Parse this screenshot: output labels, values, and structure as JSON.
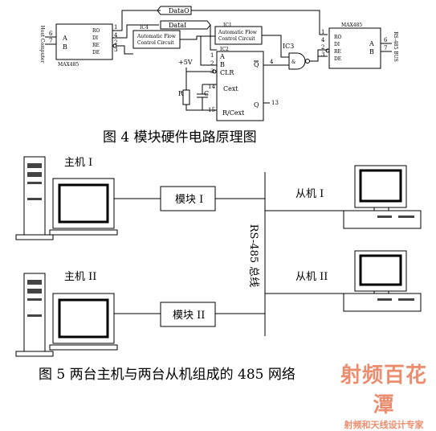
{
  "fig4": {
    "caption": "图 4  模块硬件电路原理图",
    "host_label": "Host Computer",
    "bus_label": "RS-485 BUS",
    "max485_left": {
      "name": "MAX485",
      "pins": [
        "RO",
        "DI",
        "RE",
        "DE",
        "A",
        "B"
      ]
    },
    "max485_right": {
      "name": "MAX485",
      "pins": [
        "RO",
        "DI",
        "RE",
        "DE",
        "A",
        "B"
      ]
    },
    "ic4": {
      "name": "IC4",
      "text1": "Automatic Flow",
      "text2": "Control Circuit"
    },
    "ic1": {
      "name": "IC1",
      "text1": "Automatic Flow",
      "text2": "Control Circuit"
    },
    "ic2": {
      "name": "IC2",
      "pins": [
        "A",
        "B",
        "CLR",
        "Cext",
        "R/Cext",
        "Q",
        "Q"
      ]
    },
    "ic3": {
      "name": "IC3"
    },
    "signals": {
      "data_o": "DataO",
      "data_i": "DataI"
    },
    "supply": "+5V",
    "r": "R",
    "c": "C",
    "pin_numbers": {
      "n6": "6",
      "n7": "7",
      "n1": "1",
      "n4": "4",
      "n2": "2",
      "n3": "3",
      "n14": "14",
      "n15": "15",
      "n13": "13"
    }
  },
  "fig5": {
    "caption": "图 5 两台主机与两台从机组成的 485 网络",
    "host1": "主机 I",
    "host2": "主机 II",
    "module1": "模块 I",
    "module2": "模块 II",
    "slave1": "从机 I",
    "slave2": "从机 II",
    "bus": "RS-485 总线"
  },
  "watermark": {
    "logo": "射频百花潭",
    "subtitle": "射频和天线设计专家"
  }
}
